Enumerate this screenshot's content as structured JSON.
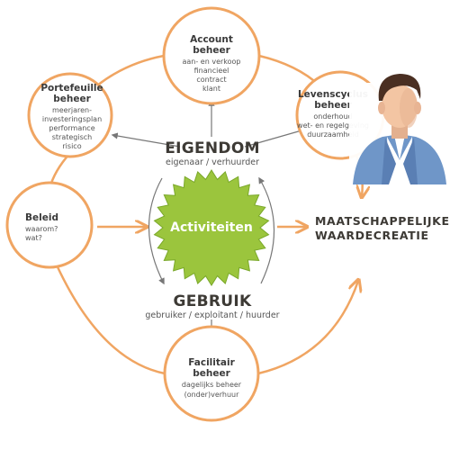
{
  "colors": {
    "orange": "#f0a562",
    "gray_arrow": "#777777",
    "green_fill": "#9bc53d",
    "green_stroke": "#7aa82a",
    "text_dark": "#3d3a35"
  },
  "nodes": {
    "account": {
      "title": [
        "Account",
        "beheer"
      ],
      "lines": [
        "aan- en verkoop",
        "financieel",
        "contract",
        "klant"
      ]
    },
    "portefeuille": {
      "title": [
        "Portefeuille",
        "beheer"
      ],
      "lines": [
        "meerjaren-",
        "investeringsplan",
        "performance",
        "strategisch",
        "risico"
      ]
    },
    "levenscyclus": {
      "title": [
        "Levenscyclus",
        "beheer"
      ],
      "lines": [
        "onderhoud",
        "wet- en regelgeving",
        "duurzaamheid"
      ]
    },
    "beleid": {
      "title": [
        "Beleid"
      ],
      "lines": [
        "waarom?",
        "wat?"
      ]
    },
    "facilitair": {
      "title": [
        "Facilitair",
        "beheer"
      ],
      "lines": [
        "dagelijks beheer",
        "(onder)verhuur"
      ]
    }
  },
  "center": {
    "eigendom": "EIGENDOM",
    "eigendom_sub": "eigenaar / verhuurder",
    "activiteiten": "Activiteiten",
    "gebruik": "GEBRUIK",
    "gebruik_sub": "gebruiker / exploitant / huurder"
  },
  "outcome": [
    "MAATSCHAPPELIJKE",
    "WAARDECREATIE"
  ],
  "icons": [
    "person-avatar-icon",
    "activiteiten-starburst-icon"
  ]
}
